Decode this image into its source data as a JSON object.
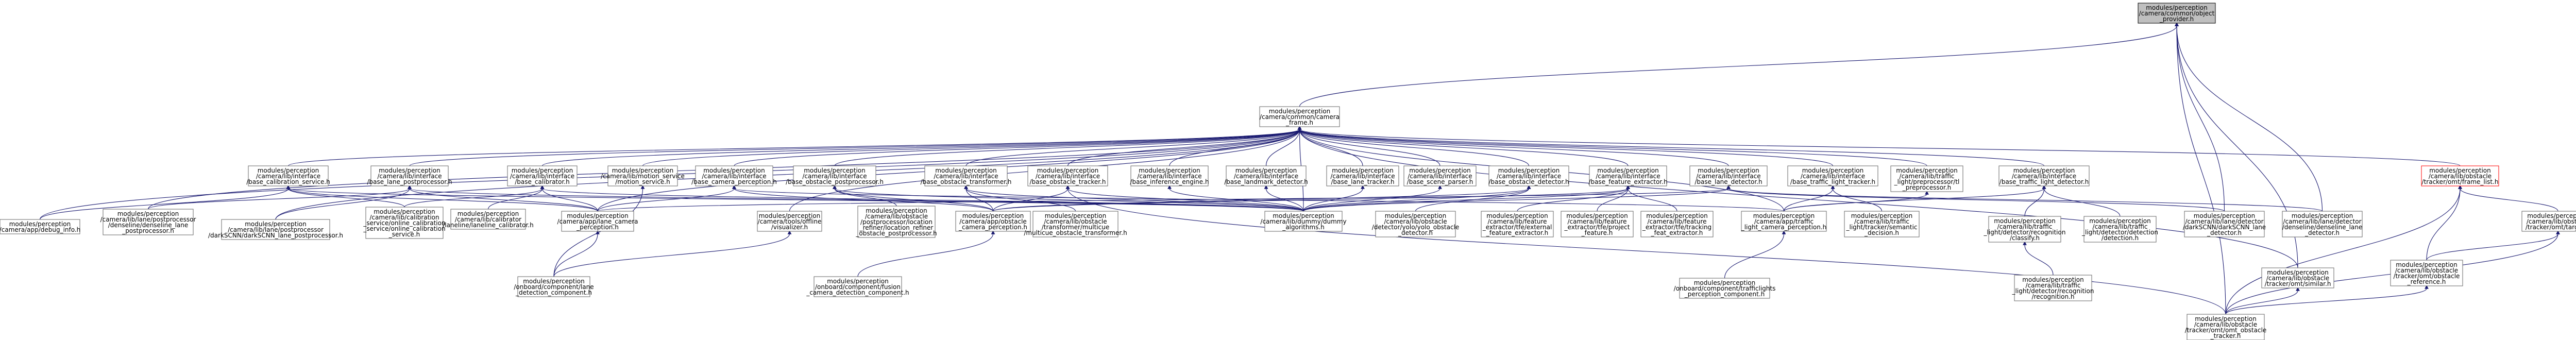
{
  "nodes": [
    {
      "id": "root",
      "lines": [
        "modules/perception",
        "/camera/common/object",
        "_provider.h"
      ],
      "root": true
    },
    {
      "id": "cam",
      "lines": [
        "modules/perception",
        "/camera/common/camera",
        "_frame.h"
      ]
    },
    {
      "id": "calib_svc",
      "lines": [
        "modules/perception",
        "/camera/lib/interface",
        "/base_calibration_service.h"
      ]
    },
    {
      "id": "lane_post",
      "lines": [
        "modules/perception",
        "/camera/lib/interface",
        "/base_lane_postprocessor.h"
      ]
    },
    {
      "id": "calibrator",
      "lines": [
        "modules/perception",
        "/camera/lib/interface",
        "/base_calibrator.h"
      ]
    },
    {
      "id": "motion",
      "lines": [
        "modules/perception",
        "/camera/lib/motion_service",
        "/motion_service.h"
      ]
    },
    {
      "id": "cam_percep",
      "lines": [
        "modules/perception",
        "/camera/lib/interface",
        "/base_camera_perception.h"
      ]
    },
    {
      "id": "obs_post",
      "lines": [
        "modules/perception",
        "/camera/lib/interface",
        "/base_obstacle_postprocessor.h"
      ]
    },
    {
      "id": "obs_trans",
      "lines": [
        "modules/perception",
        "/camera/lib/interface",
        "/base_obstacle_transformer.h"
      ]
    },
    {
      "id": "obs_track",
      "lines": [
        "modules/perception",
        "/camera/lib/interface",
        "/base_obstacle_tracker.h"
      ]
    },
    {
      "id": "infer",
      "lines": [
        "modules/perception",
        "/camera/lib/interface",
        "/base_inference_engine.h"
      ]
    },
    {
      "id": "landmark",
      "lines": [
        "modules/perception",
        "/camera/lib/interface",
        "/base_landmark_detector.h"
      ]
    },
    {
      "id": "lane_track",
      "lines": [
        "modules/perception",
        "/camera/lib/interface",
        "/base_lane_tracker.h"
      ]
    },
    {
      "id": "scene",
      "lines": [
        "modules/perception",
        "/camera/lib/interface",
        "/base_scene_parser.h"
      ]
    },
    {
      "id": "obs_det",
      "lines": [
        "modules/perception",
        "/camera/lib/interface",
        "/base_obstacle_detector.h"
      ]
    },
    {
      "id": "feat",
      "lines": [
        "modules/perception",
        "/camera/lib/interface",
        "/base_feature_extractor.h"
      ]
    },
    {
      "id": "lane_det",
      "lines": [
        "modules/perception",
        "/camera/lib/interface",
        "/base_lane_detector.h"
      ]
    },
    {
      "id": "tl_track",
      "lines": [
        "modules/perception",
        "/camera/lib/interface",
        "/base_traffic_light_tracker.h"
      ]
    },
    {
      "id": "tl_pre",
      "lines": [
        "modules/perception",
        "/camera/lib/traffic",
        "_light/preprocessor/tl",
        "_preprocessor.h"
      ]
    },
    {
      "id": "tl_det",
      "lines": [
        "modules/perception",
        "/camera/lib/interface",
        "/base_traffic_light_detector.h"
      ]
    },
    {
      "id": "frame_list",
      "lines": [
        "modules/perception",
        "/camera/lib/obstacle",
        "/tracker/omt/frame_list.h"
      ],
      "trunc": true
    },
    {
      "id": "debug_info",
      "lines": [
        "modules/perception",
        "/camera/app/debug_info.h"
      ]
    },
    {
      "id": "denseline",
      "lines": [
        "modules/perception",
        "/camera/lib/lane/postprocessor",
        "/denseline/denseline_lane",
        "_postprocessor.h"
      ]
    },
    {
      "id": "dark_post",
      "lines": [
        "modules/perception",
        "/camera/lib/lane/postprocessor",
        "/darkSCNN/darkSCNN_lane_postprocessor.h"
      ]
    },
    {
      "id": "online_calib",
      "lines": [
        "modules/perception",
        "/camera/lib/calibration",
        "_service/online_calibration",
        "_service/online_calibration",
        "_service.h"
      ]
    },
    {
      "id": "laneline_calib",
      "lines": [
        "modules/perception",
        "/camera/lib/calibrator",
        "/laneline/laneline_calibrator.h"
      ]
    },
    {
      "id": "lane_cam",
      "lines": [
        "modules/perception",
        "/camera/app/lane_camera",
        "_perception.h"
      ]
    },
    {
      "id": "visualizer",
      "lines": [
        "modules/perception",
        "/camera/tools/offline",
        "/visualizer.h"
      ]
    },
    {
      "id": "loc_refine",
      "lines": [
        "modules/perception",
        "/camera/lib/obstacle",
        "/postprocessor/location",
        "_refiner/location_refiner",
        "_obstacle_postprocessor.h"
      ]
    },
    {
      "id": "obs_cam",
      "lines": [
        "modules/perception",
        "/camera/app/obstacle",
        "_camera_perception.h"
      ]
    },
    {
      "id": "multicue",
      "lines": [
        "modules/perception",
        "/camera/lib/obstacle",
        "/transformer/multicue",
        "/multicue_obstacle_transformer.h"
      ]
    },
    {
      "id": "dummy",
      "lines": [
        "modules/perception",
        "/camera/lib/dummy/dummy",
        "_algorithms.h"
      ]
    },
    {
      "id": "yolo",
      "lines": [
        "modules/perception",
        "/camera/lib/obstacle",
        "/detector/yolo/yolo_obstacle",
        "_detector.h"
      ]
    },
    {
      "id": "feat_ext",
      "lines": [
        "modules/perception",
        "/camera/lib/feature",
        "_extractor/tfe/external",
        "_feature_extractor.h"
      ]
    },
    {
      "id": "proj_feat",
      "lines": [
        "modules/perception",
        "/camera/lib/feature",
        "_extractor/tfe/project",
        "_feature.h"
      ]
    },
    {
      "id": "track_feat",
      "lines": [
        "modules/perception",
        "/camera/lib/feature",
        "_extractor/tfe/tracking",
        "_feat_extractor.h"
      ]
    },
    {
      "id": "tl_cam",
      "lines": [
        "modules/perception",
        "/camera/app/traffic",
        "_light_camera_perception.h"
      ]
    },
    {
      "id": "semantic",
      "lines": [
        "modules/perception",
        "/camera/lib/traffic",
        "_light/tracker/semantic",
        "_decision.h"
      ]
    },
    {
      "id": "classify",
      "lines": [
        "modules/perception",
        "/camera/lib/traffic",
        "_light/detector/recognition",
        "/classify.h"
      ]
    },
    {
      "id": "detection",
      "lines": [
        "modules/perception",
        "/camera/lib/traffic",
        "_light/detector/detection",
        "/detection.h"
      ]
    },
    {
      "id": "dark_det",
      "lines": [
        "modules/perception",
        "/camera/lib/lane/detector",
        "/darkSCNN/darkSCNN_lane",
        "_detector.h"
      ]
    },
    {
      "id": "dense_det",
      "lines": [
        "modules/perception",
        "/camera/lib/lane/detector",
        "/denseline/denseline_lane",
        "_detector.h"
      ]
    },
    {
      "id": "target",
      "lines": [
        "modules/perception",
        "/camera/lib/obstacle",
        "/tracker/omt/target.h"
      ]
    },
    {
      "id": "lane_comp",
      "lines": [
        "modules/perception",
        "/onboard/component/lane",
        "_detection_component.h"
      ]
    },
    {
      "id": "fusion_comp",
      "lines": [
        "modules/perception",
        "/onboard/component/fusion",
        "_camera_detection_component.h"
      ]
    },
    {
      "id": "tl_comp",
      "lines": [
        "modules/perception",
        "/onboard/component/trafficlights",
        "_perception_component.h"
      ]
    },
    {
      "id": "recognition",
      "lines": [
        "modules/perception",
        "/camera/lib/traffic",
        "_light/detector/recognition",
        "/recognition.h"
      ]
    },
    {
      "id": "similar",
      "lines": [
        "modules/perception",
        "/camera/lib/obstacle",
        "/tracker/omt/similar.h"
      ]
    },
    {
      "id": "obs_ref",
      "lines": [
        "modules/perception",
        "/camera/lib/obstacle",
        "/tracker/omt/obstacle",
        "_reference.h"
      ]
    },
    {
      "id": "omt",
      "lines": [
        "modules/perception",
        "/camera/lib/obstacle",
        "/tracker/omt/omt_obstacle",
        "_tracker.h"
      ]
    }
  ]
}
